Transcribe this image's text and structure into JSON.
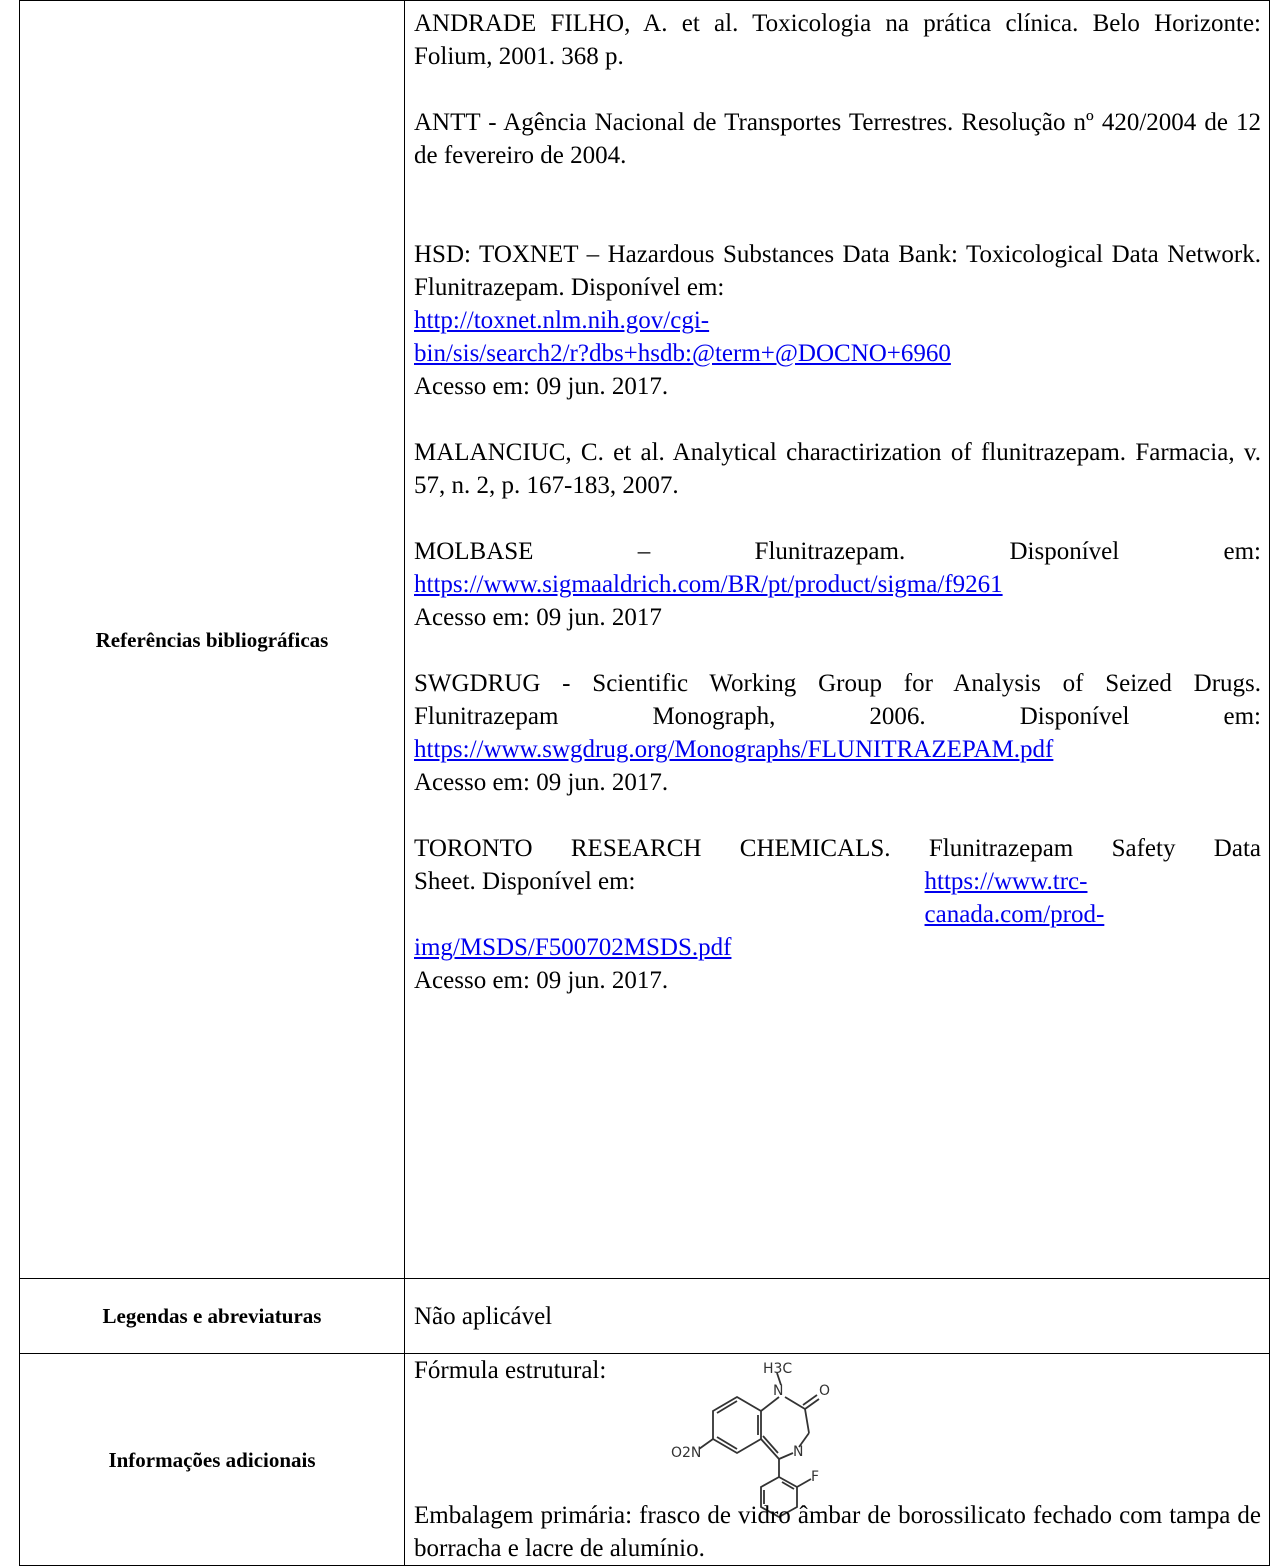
{
  "table": {
    "references": {
      "label": "Referências bibliográficas",
      "items": [
        {
          "text": "ANDRADE FILHO, A. et al. Toxicologia na prática clínica. Belo Horizonte: Folium, 2001. 368 p."
        },
        {
          "text": "ANTT - Agência Nacional de Transportes Terrestres. Resolução nº 420/2004 de 12 de fevereiro de 2004."
        },
        {
          "text": "HSD: TOXNET – Hazardous Substances Data Bank: Toxicological Data Network. Flunitrazepam. Disponível em:",
          "link_line1": "http://toxnet.nlm.nih.gov/cgi-",
          "link_line2": "bin/sis/search2/r?dbs+hsdb:@term+@DOCNO+6960",
          "access": "Acesso em: 09 jun. 2017."
        },
        {
          "text": "MALANCIUC, C. et al. Analytical charactirization of flunitrazepam. Farmacia, v. 57, n. 2, p. 167-183, 2007."
        },
        {
          "text": "MOLBASE – Flunitrazepam. Disponível em:",
          "link": "https://www.sigmaaldrich.com/BR/pt/product/sigma/f9261",
          "access": "Acesso em: 09 jun. 2017"
        },
        {
          "text": "SWGDRUG - Scientific Working Group for Analysis of Seized Drugs.",
          "text2": "Flunitrazepam Monograph, 2006. Disponível em:",
          "link": "https://www.swgdrug.org/Monographs/FLUNITRAZEPAM.pdf",
          "access": "Acesso em: 09 jun. 2017."
        },
        {
          "text": "TORONTO RESEARCH CHEMICALS. Flunitrazepam Safety Data",
          "text2": "Sheet. Disponível em:",
          "link_line1": "https://www.trc-canada.com/prod-",
          "link_line2": "img/MSDS/F500702MSDS.pdf",
          "access": "Acesso em: 09 jun. 2017."
        }
      ]
    },
    "legends": {
      "label": "Legendas e abreviaturas",
      "value": "Não aplicável"
    },
    "info": {
      "label": "Informações adicionais",
      "structure_label": "Fórmula estrutural:",
      "structure_atoms": {
        "ch3": "H3C",
        "n1": "N",
        "o": "O",
        "n4": "N",
        "no2": "O2N",
        "f": "F"
      },
      "packaging": "Embalagem primária: frasco de vidro âmbar de borossilicato fechado com tampa de borracha e lacre de alumínio."
    }
  }
}
